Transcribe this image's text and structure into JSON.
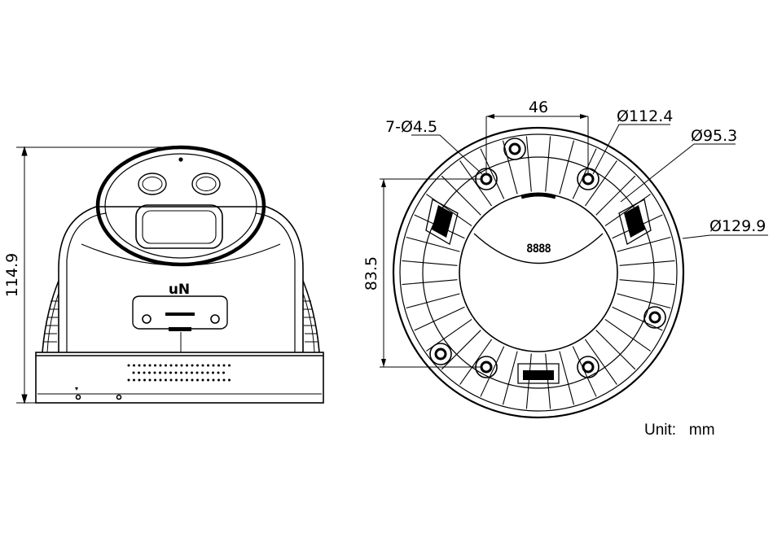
{
  "side_view": {
    "height_label": "114.9",
    "brand_mark": "uN"
  },
  "base_view": {
    "hole_label": "7-Ø4.5",
    "spacing_label": "46",
    "dia_outer_hole_label": "Ø112.4",
    "dia_inner_label": "Ø95.3",
    "dia_outer_label": "Ø129.9",
    "vertical_spacing_label": "83.5",
    "center_text": "8888"
  },
  "unit_label": "Unit:   mm"
}
